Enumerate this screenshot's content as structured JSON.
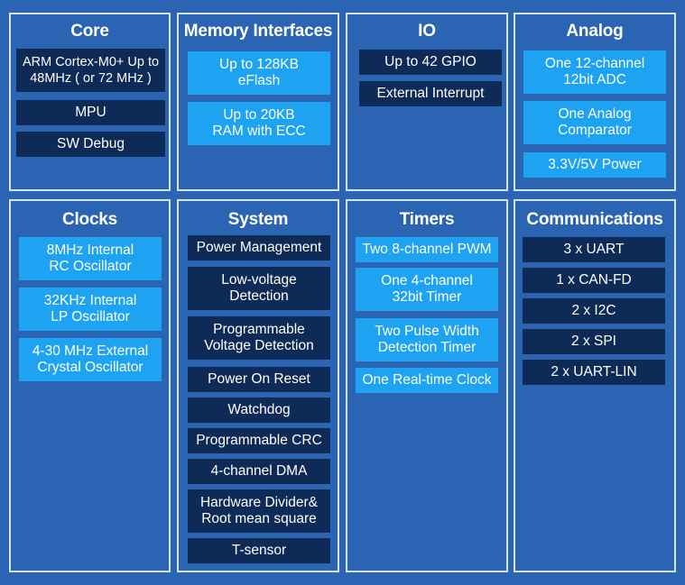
{
  "colors": {
    "background": "#2a64b3",
    "panel_border": "#d9e4f3",
    "dark_box": "#0e2a57",
    "light_box": "#1ea3f2",
    "text": "#ffffff"
  },
  "panels": {
    "core": {
      "title": "Core",
      "items": [
        "ARM Cortex-M0+ Up to\n48MHz ( or 72 MHz )",
        "MPU",
        "SW Debug"
      ]
    },
    "memory": {
      "title": "Memory Interfaces",
      "items": [
        "Up to 128KB\neFlash",
        "Up to 20KB\nRAM with ECC"
      ]
    },
    "io": {
      "title": "IO",
      "items": [
        "Up to 42 GPIO",
        "External Interrupt"
      ]
    },
    "analog": {
      "title": "Analog",
      "items": [
        "One 12-channel\n12bit ADC",
        "One Analog\nComparator",
        "3.3V/5V Power"
      ]
    },
    "clocks": {
      "title": "Clocks",
      "items": [
        "8MHz Internal\nRC Oscillator",
        "32KHz Internal\nLP Oscillator",
        "4-30 MHz External\nCrystal Oscillator"
      ]
    },
    "system": {
      "title": "System",
      "items": [
        "Power Management",
        "Low-voltage\nDetection",
        "Programmable\nVoltage Detection",
        "Power On Reset",
        "Watchdog",
        "Programmable CRC",
        "4-channel DMA",
        "Hardware Divider&\nRoot mean square",
        "T-sensor"
      ]
    },
    "timers": {
      "title": "Timers",
      "items": [
        "Two 8-channel PWM",
        "One 4-channel\n32bit Timer",
        "Two Pulse Width\nDetection Timer",
        "One Real-time Clock"
      ]
    },
    "communications": {
      "title": "Communications",
      "items": [
        "3 x UART",
        "1 x CAN-FD",
        "2 x I2C",
        "2 x SPI",
        "2 x UART-LIN"
      ]
    }
  }
}
